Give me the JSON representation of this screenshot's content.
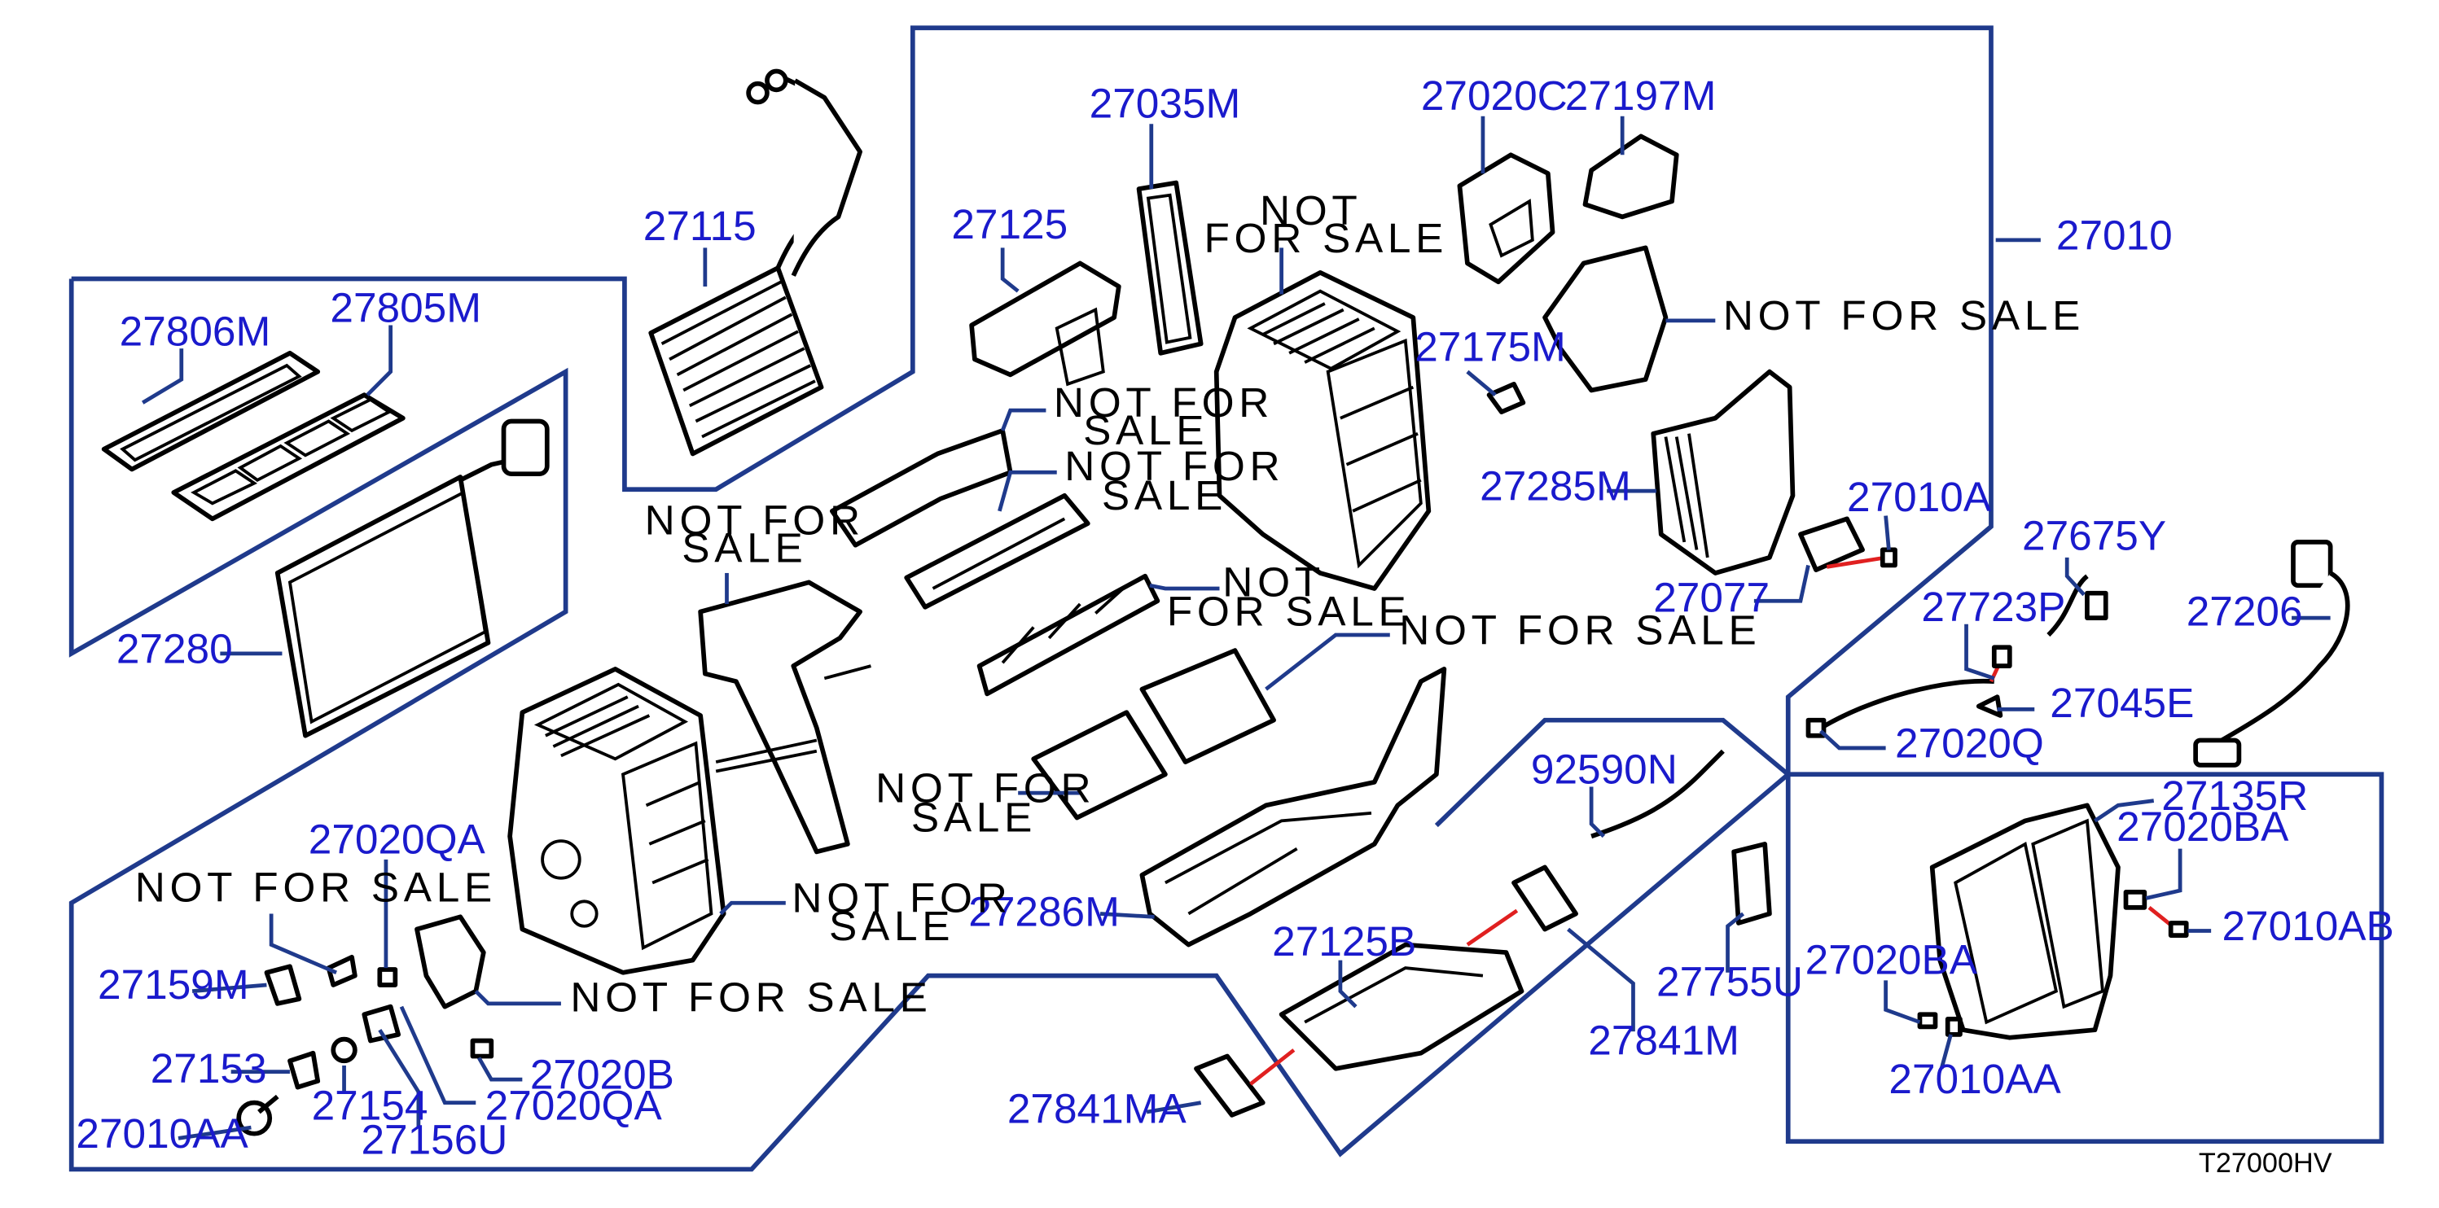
{
  "diagram_code": "T27000HV",
  "not_for_sale": {
    "line1": "NOT FOR",
    "line2": "SALE",
    "oneline": "NOT FOR SALE",
    "not": "NOT"
  },
  "labels": {
    "p27115": "27115",
    "p27806M": "27806M",
    "p27805M": "27805M",
    "p27280": "27280",
    "p27035M": "27035M",
    "p27125": "27125",
    "p27020C": "27020C",
    "p27197M": "27197M",
    "p27010": "27010",
    "p27175M": "27175M",
    "p27285M": "27285M",
    "p27010A": "27010A",
    "p27077": "27077",
    "p27675Y": "27675Y",
    "p27723P": "27723P",
    "p27206": "27206",
    "p27045E": "27045E",
    "p27020Q": "27020Q",
    "p27135R": "27135R",
    "p27020BA_a": "27020BA",
    "p27010AB": "27010AB",
    "p27020BA_b": "27020BA",
    "p27010AA_b": "27010AA",
    "p92590N": "92590N",
    "p27755U": "27755U",
    "p27841M": "27841M",
    "p27125B": "27125B",
    "p27286M": "27286M",
    "p27841MA": "27841MA",
    "p27020QA_a": "27020QA",
    "p27159M": "27159M",
    "p27153": "27153",
    "p27154": "27154",
    "p27010AA_a": "27010AA",
    "p27156U": "27156U",
    "p27020QA_b": "27020QA",
    "p27020B": "27020B"
  },
  "colors": {
    "label": "#1a1acc",
    "frame": "#1f3a8c",
    "leader_red": "#e02020"
  }
}
